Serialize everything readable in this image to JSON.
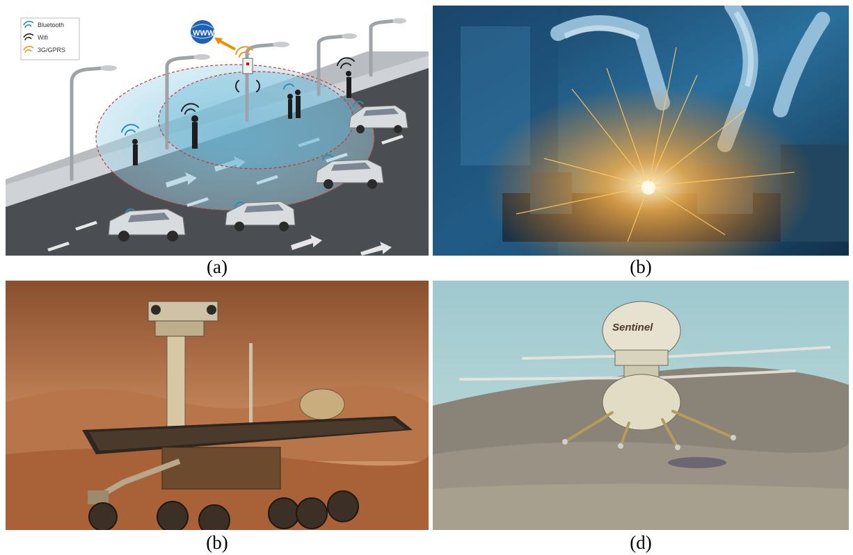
{
  "panels": [
    {
      "caption": "(a)",
      "legend": [
        {
          "label": "Bluetooth",
          "icon": "wifi-signal-icon",
          "color": "#2a8fb8"
        },
        {
          "label": "Wifi",
          "icon": "wifi-signal-icon",
          "color": "#222222"
        },
        {
          "label": "3G/GPRS",
          "icon": "wifi-signal-icon",
          "color": "#e89a1c"
        }
      ],
      "globe_text": "WWW"
    },
    {
      "caption": "(b)"
    },
    {
      "caption": "(b)"
    },
    {
      "caption": "(d)",
      "brand_text": "Sentinel"
    }
  ]
}
